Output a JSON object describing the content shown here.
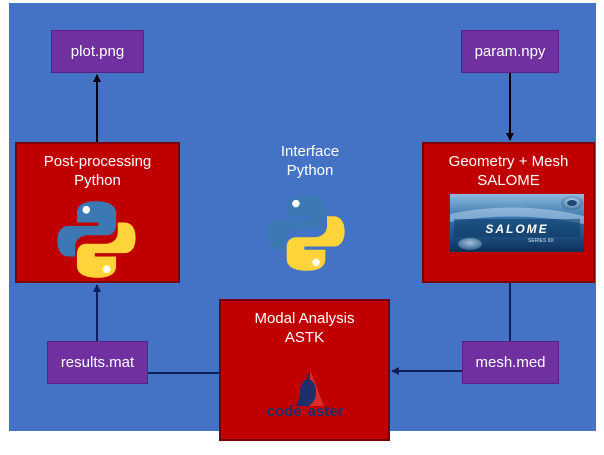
{
  "diagram": {
    "files": {
      "plot": "plot.png",
      "param": "param.npy",
      "results": "results.mat",
      "mesh": "mesh.med"
    },
    "post_processing": {
      "line1": "Post-processing",
      "line2": "Python"
    },
    "interface": {
      "line1": "Interface",
      "line2": "Python"
    },
    "geometry": {
      "line1": "Geometry + Mesh",
      "line2": "SALOME"
    },
    "modal": {
      "line1": "Modal Analysis",
      "line2": "ASTK"
    },
    "logos": {
      "salome": "SALOME",
      "salome_sub": "SERIES 9X",
      "aster_code": "code",
      "aster_word": "aster"
    }
  },
  "colors": {
    "background": "#4472c4",
    "process_box": "#c00000",
    "file_box": "#7030a0",
    "arrow": "#000000",
    "connector": "#0b1f5e"
  },
  "icons": [
    "python-logo",
    "salome-logo",
    "code-aster-logo"
  ]
}
